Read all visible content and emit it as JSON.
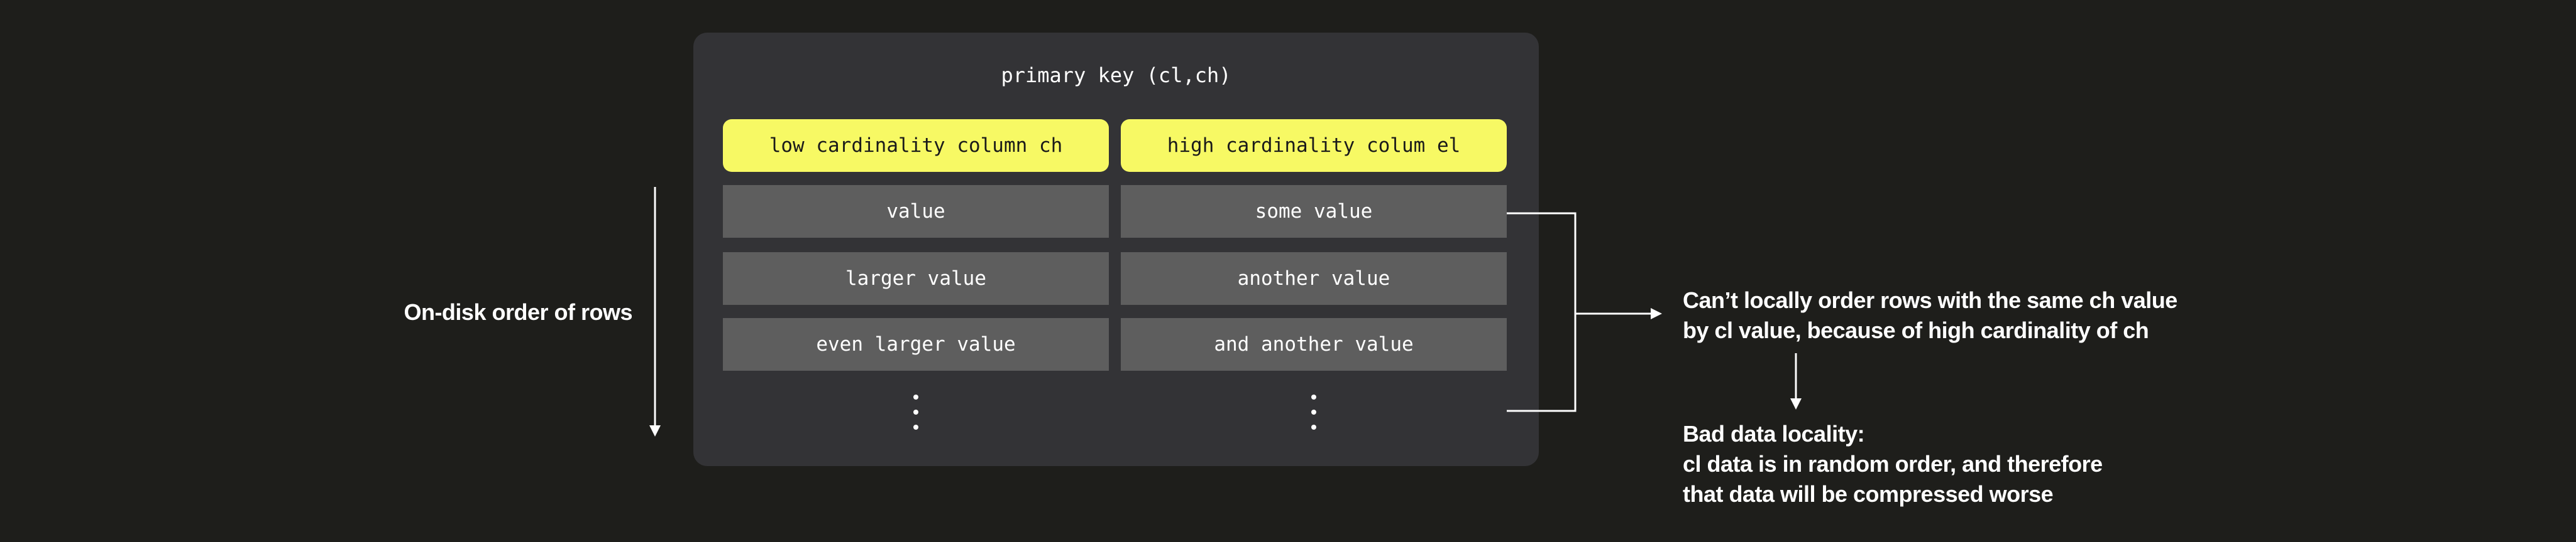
{
  "colors": {
    "background": "#1e1e1b",
    "panel": "#333336",
    "row": "#5e5e5e",
    "header": "#f7f964",
    "text_light": "#ffffff",
    "text_dark": "#1a1a1a"
  },
  "panel": {
    "title": "primary key (cl,ch)"
  },
  "table": {
    "headers": [
      "low cardinality column ch",
      "high cardinality colum el"
    ],
    "rows": [
      [
        "value",
        "some value"
      ],
      [
        "larger value",
        "another value"
      ],
      [
        "even larger value",
        "and another value"
      ]
    ]
  },
  "left_label": "On-disk order of rows",
  "annotations": {
    "top": {
      "line1": "Can’t locally order rows with the same ch value",
      "line2": "by cl value, because of high cardinality of ch"
    },
    "bottom": {
      "line1": "Bad data locality:",
      "line2": "cl data is in random order, and therefore",
      "line3": "that data will be compressed worse"
    }
  }
}
